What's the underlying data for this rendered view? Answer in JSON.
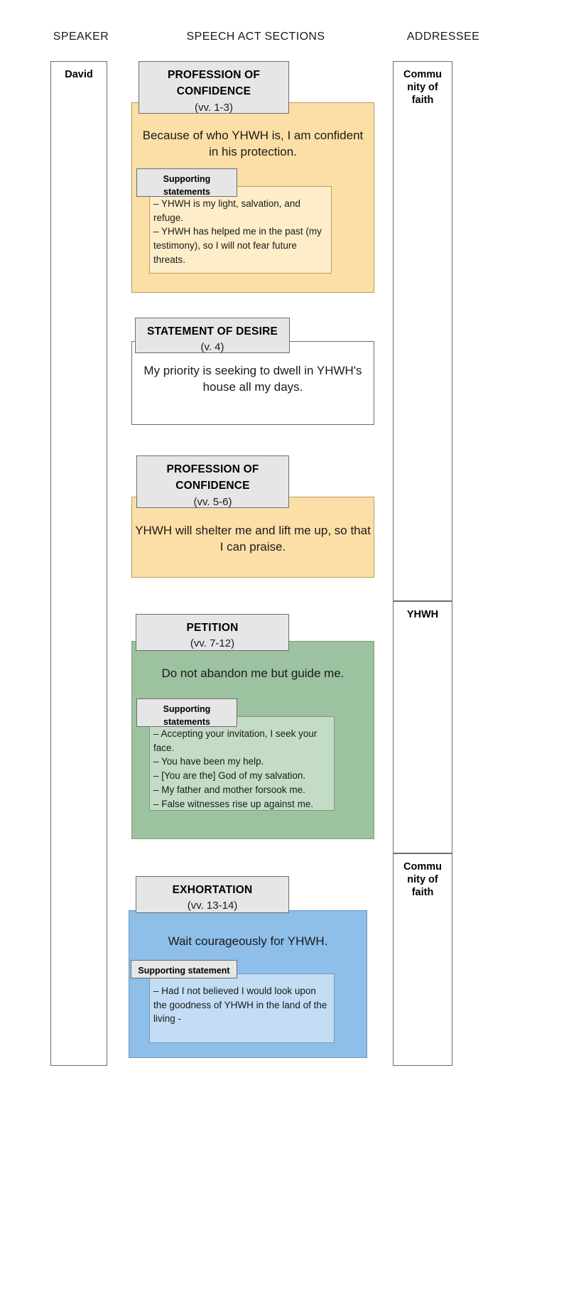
{
  "headers": {
    "speaker": "SPEAKER",
    "sections": "SPEECH ACT SECTIONS",
    "addressee": "ADDRESSEE"
  },
  "speaker": {
    "label": "David"
  },
  "addressees": [
    {
      "label": "Commu\nnity of\nfaith"
    },
    {
      "label": "YHWH"
    },
    {
      "label": "Commu\nnity of\nfaith"
    }
  ],
  "addressee_labels": {
    "community": "Community of faith",
    "yhwh": "YHWH"
  },
  "colors": {
    "orange_body": "#fcdfa6",
    "orange_support": "#fdeec9",
    "white_body": "#ffffff",
    "green_body": "#9cc2a0",
    "green_support": "#c4dcc6",
    "blue_body": "#8dbfe8",
    "blue_support": "#c2ddf4",
    "tab_grey": "#e6e6e6",
    "border_grey": "#6d6d6d"
  },
  "sections": [
    {
      "id": "profession-of-confidence-1",
      "title": "PROFESSION OF",
      "title2": "CONFIDENCE",
      "verses": "(vv. 1-3)",
      "claim": "Because of who YHWH is, I am confident in his protection.",
      "support_title": "Supporting",
      "support_title2": "statements",
      "support_items": [
        "– YHWH is my light, salvation, and refuge.",
        "– YHWH has helped me in the past (my testimony), so I will not fear future threats."
      ]
    },
    {
      "id": "statement-of-desire",
      "title": "STATEMENT OF DESIRE",
      "title2": "",
      "verses": "(v. 4)",
      "claim": "My priority is seeking to dwell in YHWH's house all my days.",
      "support_title": "",
      "support_title2": "",
      "support_items": []
    },
    {
      "id": "profession-of-confidence-2",
      "title": "PROFESSION OF",
      "title2": "CONFIDENCE",
      "verses": "(vv. 5-6)",
      "claim": "YHWH will shelter me and lift me up, so that I can praise.",
      "support_title": "",
      "support_title2": "",
      "support_items": []
    },
    {
      "id": "petition",
      "title": "PETITION",
      "title2": "",
      "verses": "(vv. 7-12)",
      "claim": "Do not abandon me but guide me.",
      "support_title": "Supporting",
      "support_title2": "statements",
      "support_items": [
        "– Accepting your invitation, I seek your face.",
        "– You have been my help.",
        "– [You are the] God of my salvation.",
        "– My father and mother forsook me.",
        "– False witnesses rise up against me."
      ]
    },
    {
      "id": "exhortation",
      "title": "EXHORTATION",
      "title2": "",
      "verses": "(vv. 13-14)",
      "claim": "Wait courageously for YHWH.",
      "support_title": "Supporting statement",
      "support_title2": "",
      "support_items": [
        "– Had I not believed I would look upon the goodness of YHWH in the land of the living -"
      ]
    }
  ]
}
